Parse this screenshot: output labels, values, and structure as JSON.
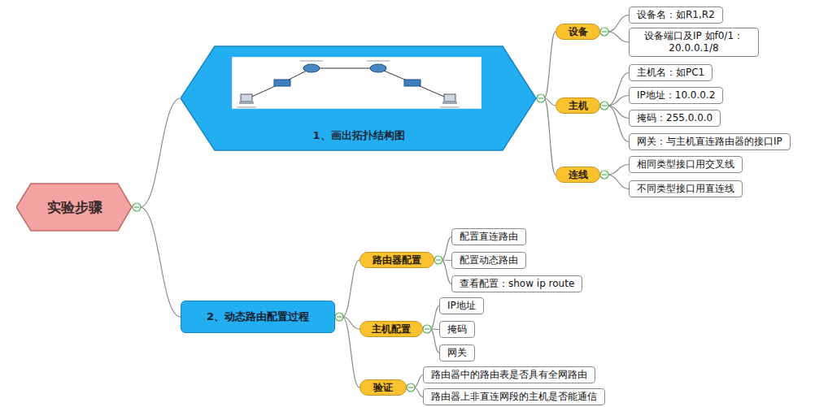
{
  "diagram": {
    "nodes": [
      {
        "text": [
          "实验步骤"
        ]
      },
      {
        "text": [
          "1、画出拓扑结构图"
        ]
      },
      {
        "text": [
          "设备"
        ]
      },
      {
        "text": [
          "设备名：如R1,R2"
        ]
      },
      {
        "text": [
          "设备端口及IP 如f0/1：20.0.0.1/8"
        ]
      },
      {
        "text": [
          "主机"
        ]
      },
      {
        "text": [
          "主机名：如PC1"
        ]
      },
      {
        "text": [
          "IP地址：10.0.0.2"
        ]
      },
      {
        "text": [
          "掩码：255.0.0.0"
        ]
      },
      {
        "text": [
          "网关：与主机直连路由器的接口IP"
        ]
      },
      {
        "text": [
          "连线"
        ]
      },
      {
        "text": [
          "相同类型接口用交叉线"
        ]
      },
      {
        "text": [
          "不同类型接口用直连线"
        ]
      },
      {
        "text": [
          "2、动态路由配置过程"
        ]
      },
      {
        "text": [
          "路由器配置"
        ]
      },
      {
        "text": [
          "配置直连路由"
        ]
      },
      {
        "text": [
          "配置动态路由"
        ]
      },
      {
        "text": [
          "查看配置：show ip route"
        ]
      },
      {
        "text": [
          "主机配置"
        ]
      },
      {
        "text": [
          "IP地址"
        ]
      },
      {
        "text": [
          "掩码"
        ]
      },
      {
        "text": [
          "网关"
        ]
      },
      {
        "text": [
          "验证"
        ]
      },
      {
        "text": [
          "路由器中的路由表是否具有全网路由"
        ]
      },
      {
        "text": [
          "路由器上非直连网段的主机是否能通信"
        ]
      }
    ],
    "edges": [
      {
        "from": 0,
        "to": 1,
        "arrow": "none"
      },
      {
        "from": 0,
        "to": 13,
        "arrow": "none"
      },
      {
        "from": 1,
        "to": 2,
        "arrow": "none"
      },
      {
        "from": 1,
        "to": 5,
        "arrow": "none"
      },
      {
        "from": 1,
        "to": 10,
        "arrow": "none"
      },
      {
        "from": 2,
        "to": 3,
        "arrow": "none"
      },
      {
        "from": 2,
        "to": 4,
        "arrow": "none"
      },
      {
        "from": 5,
        "to": 6,
        "arrow": "none"
      },
      {
        "from": 5,
        "to": 7,
        "arrow": "none"
      },
      {
        "from": 5,
        "to": 8,
        "arrow": "none"
      },
      {
        "from": 5,
        "to": 9,
        "arrow": "none"
      },
      {
        "from": 10,
        "to": 11,
        "arrow": "none"
      },
      {
        "from": 10,
        "to": 12,
        "arrow": "none"
      },
      {
        "from": 13,
        "to": 14,
        "arrow": "none"
      },
      {
        "from": 13,
        "to": 18,
        "arrow": "none"
      },
      {
        "from": 13,
        "to": 22,
        "arrow": "none"
      },
      {
        "from": 14,
        "to": 15,
        "arrow": "none"
      },
      {
        "from": 14,
        "to": 16,
        "arrow": "none"
      },
      {
        "from": 14,
        "to": 17,
        "arrow": "none"
      },
      {
        "from": 18,
        "to": 19,
        "arrow": "none"
      },
      {
        "from": 18,
        "to": 20,
        "arrow": "none"
      },
      {
        "from": 18,
        "to": 21,
        "arrow": "none"
      },
      {
        "from": 22,
        "to": 23,
        "arrow": "none"
      },
      {
        "from": 22,
        "to": 24,
        "arrow": "none"
      }
    ]
  }
}
